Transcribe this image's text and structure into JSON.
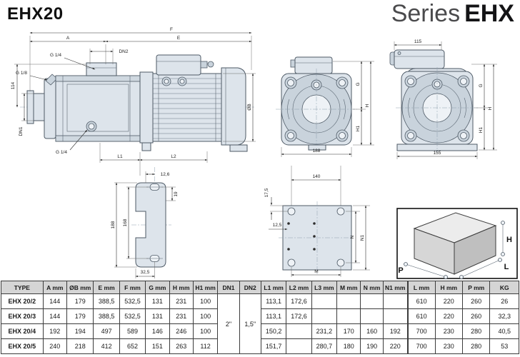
{
  "colors": {
    "drawing_fill": "#dde4eb",
    "header_bg": "#d5d5d5",
    "line": "#4e5a66"
  },
  "header": {
    "model": "EHX20",
    "series_word": "Series",
    "series_name": "EHX"
  },
  "drawings": {
    "side": {
      "f": "F",
      "a": "A",
      "e": "E",
      "dn2": "DN2",
      "g14_top": "G 1/4",
      "g18": "G 1/8",
      "h114": "114",
      "dn1": "DN1",
      "ob": "ØB",
      "l1": "L1",
      "l2": "L2",
      "g14_drain": "G 1/4"
    },
    "bracket": {
      "w126": "12,6",
      "h19": "19",
      "h188": "188",
      "h168": "168",
      "w325": "32,5"
    },
    "front": {
      "g": "G",
      "h": "H",
      "h1": "H1",
      "w188": "188"
    },
    "rear": {
      "w115": "115",
      "g": "G",
      "h": "H",
      "h1": "H1",
      "w155": "155"
    },
    "plate": {
      "w140": "140",
      "h175": "17,5",
      "w125": "12,5",
      "m": "M",
      "n": "N",
      "n1": "N1"
    },
    "box": {
      "h": "H",
      "l": "L",
      "p": "P"
    }
  },
  "table": {
    "headers": [
      "TYPE",
      "A mm",
      "ØB mm",
      "E mm",
      "F mm",
      "G mm",
      "H mm",
      "H1 mm",
      "DN1",
      "DN2",
      "L1 mm",
      "L2 mm",
      "L3 mm",
      "M mm",
      "N mm",
      "N1 mm",
      "L mm",
      "H mm",
      "P mm",
      "KG"
    ],
    "dn1": "2\"",
    "dn2": "1,5\"",
    "rows": [
      {
        "type": "EHX 20/2",
        "dims": [
          "144",
          "179",
          "388,5",
          "532,5",
          "131",
          "231",
          "100"
        ],
        "values": [
          "113,1",
          "172,6",
          "",
          "",
          "",
          "",
          "610",
          "220",
          "260",
          "26"
        ]
      },
      {
        "type": "EHX 20/3",
        "dims": [
          "144",
          "179",
          "388,5",
          "532,5",
          "131",
          "231",
          "100"
        ],
        "values": [
          "113,1",
          "172,6",
          "",
          "",
          "",
          "",
          "610",
          "220",
          "260",
          "32,3"
        ]
      },
      {
        "type": "EHX 20/4",
        "dims": [
          "192",
          "194",
          "497",
          "589",
          "146",
          "246",
          "100"
        ],
        "values": [
          "150,2",
          "",
          "231,2",
          "170",
          "160",
          "192",
          "700",
          "230",
          "280",
          "40,5"
        ]
      },
      {
        "type": "EHX 20/5",
        "dims": [
          "240",
          "218",
          "412",
          "652",
          "151",
          "263",
          "112"
        ],
        "values": [
          "151,7",
          "",
          "280,7",
          "180",
          "190",
          "220",
          "700",
          "230",
          "280",
          "53"
        ]
      }
    ]
  }
}
